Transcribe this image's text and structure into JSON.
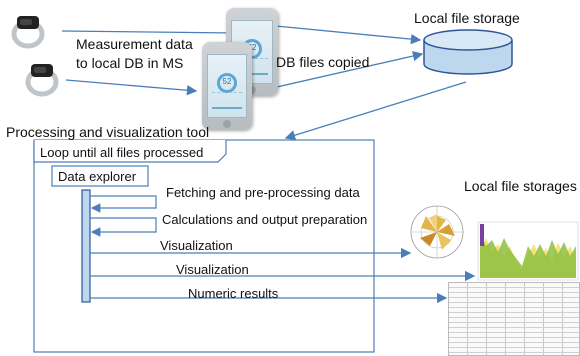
{
  "labels": {
    "measurement_line1": "Measurement data",
    "measurement_line2": "to local DB in MS",
    "db_files_copied": "DB files copied",
    "local_file_storage": "Local file storage",
    "processing_tool": "Processing and visualization tool",
    "loop": "Loop until all files processed",
    "data_explorer": "Data explorer",
    "fetching": "Fetching and pre-processing  data",
    "calculations": "Calculations and output preparation",
    "visualization_1": "Visualization",
    "visualization_2": "Visualization",
    "numeric_results": "Numeric results",
    "local_file_storages": "Local file storages"
  },
  "phone_readings": [
    "52",
    "52"
  ],
  "colors": {
    "arrow": "#4a7ebb",
    "box_border": "#4a7ebb",
    "lifeline_fill": "#bdd7ee",
    "chart_green": "#8fbf3f",
    "chart_yellow": "#f2e37a"
  }
}
